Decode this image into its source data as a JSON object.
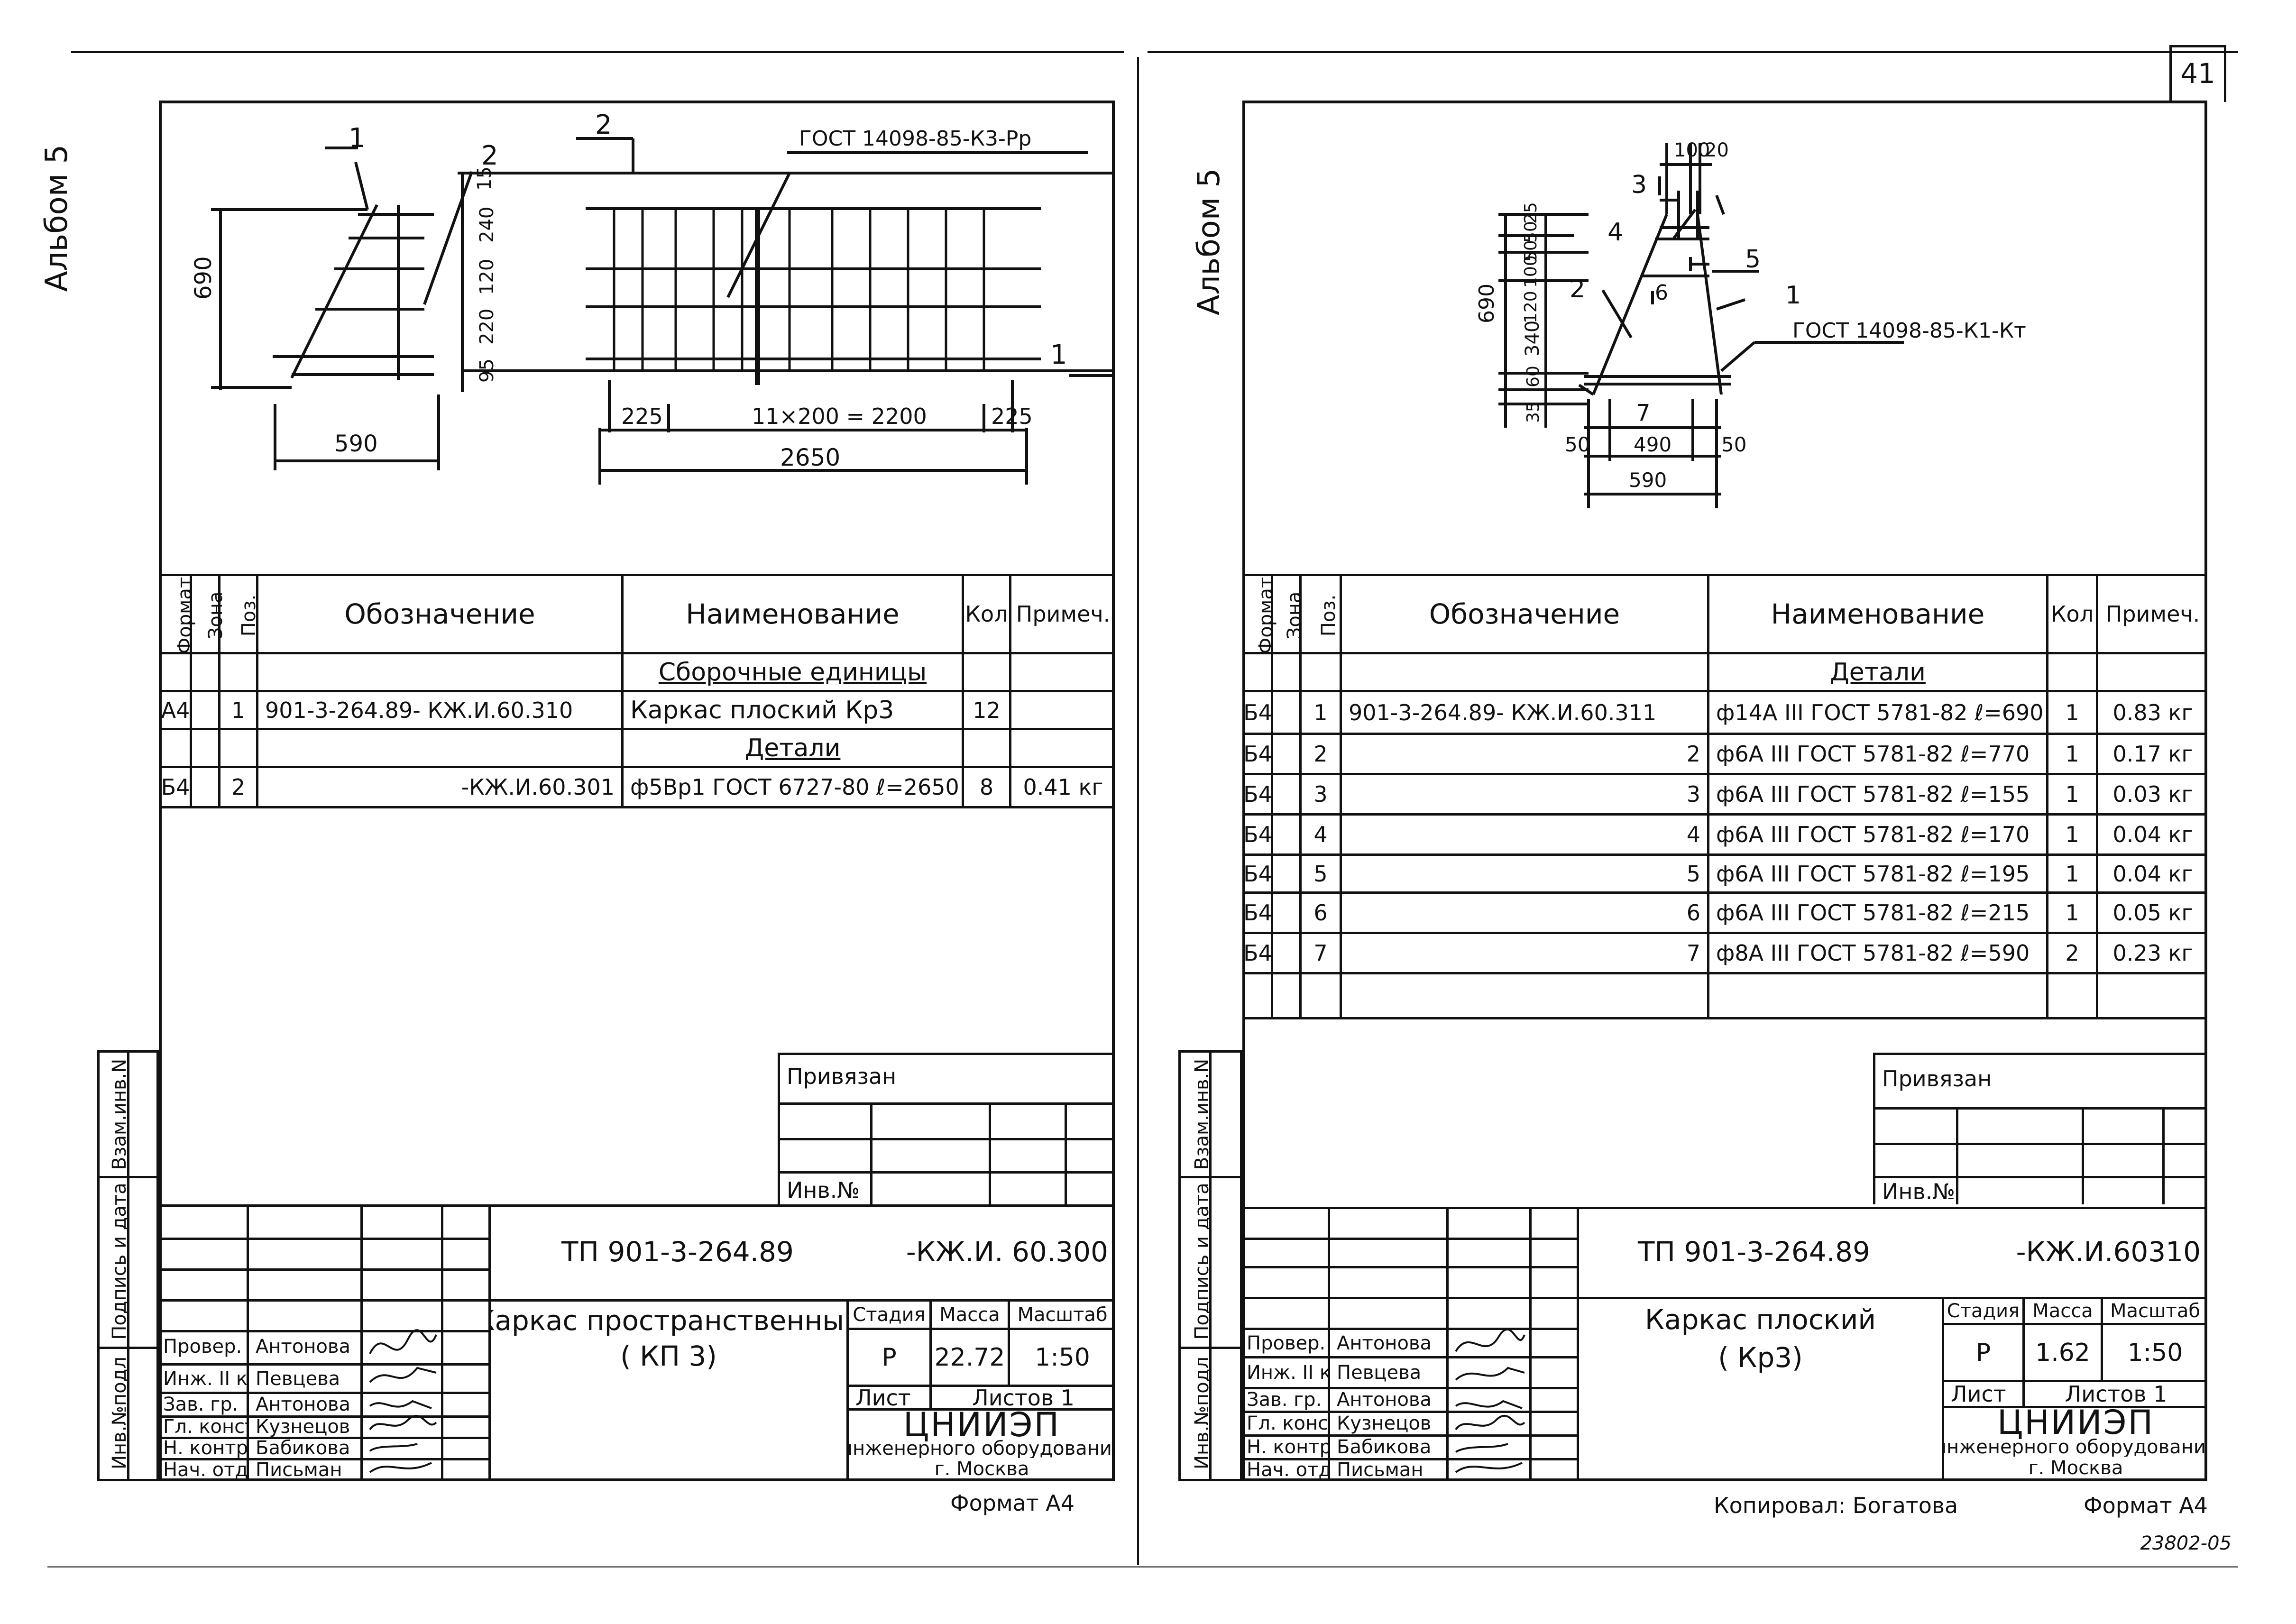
{
  "sheet_number": "41",
  "album_label": "Альбом 5",
  "side_stamp": {
    "inv_no_podl": "Инв.№подл",
    "podpis_data": "Подпись и дата",
    "vzam_inv": "Взам.инв.N"
  },
  "headers": {
    "format": "Формат",
    "zone": "Зона",
    "pos": "Поз.",
    "designation": "Обозначение",
    "name": "Наименование",
    "qty": "Кол",
    "note": "Примеч."
  },
  "binding": {
    "title": "Привязан",
    "inv": "Инв.№"
  },
  "left": {
    "drawing": {
      "pos1": "1",
      "pos2": "2",
      "pos2b": "2",
      "pos1b": "1",
      "height": "690",
      "width": "590",
      "gost": "ГОСТ 14098-85-К3-Рр",
      "dim_v": [
        "15",
        "240",
        "120",
        "220",
        "95"
      ],
      "dim_225a": "225",
      "dim_mid": "11×200 = 2200",
      "dim_225b": "225",
      "dim_total": "2650"
    },
    "sections": {
      "assembly": "Сборочные единицы",
      "details": "Детали"
    },
    "rows": [
      {
        "format": "А4",
        "pos": "1",
        "designation": "901-3-264.89- КЖ.И.60.310",
        "name": "Каркас плоский Кр3",
        "qty": "12",
        "note": ""
      },
      {
        "format": "Б4",
        "pos": "2",
        "designation": "-КЖ.И.60.301",
        "name": "ф5Вр1 ГОСТ 6727-80 ℓ=2650",
        "qty": "8",
        "note": "0.41 кг"
      }
    ],
    "title_block": {
      "code": "ТП 901-3-264.89",
      "doc": "-КЖ.И. 60.300",
      "name1": "Каркас пространственный",
      "name2": "( КП 3)",
      "stage_h": "Стадия",
      "mass_h": "Масса",
      "scale_h": "Масштаб",
      "stage": "Р",
      "mass": "22.72",
      "scale": "1:50",
      "sheet": "Лист",
      "sheets": "Листов 1",
      "org1": "ЦНИИЭП",
      "org2": "инженерного оборудования",
      "org3": "г. Москва",
      "format": "Формат А4",
      "people": [
        {
          "role": "Провер.",
          "name": "Антонова"
        },
        {
          "role": "Инж. II к.",
          "name": "Певцева"
        },
        {
          "role": "Зав. гр.",
          "name": "Антонова"
        },
        {
          "role": "Гл. констр.",
          "name": "Кузнецов"
        },
        {
          "role": "Н. контр.",
          "name": "Бабикова"
        },
        {
          "role": "Нач. отд.",
          "name": "Письман"
        }
      ]
    }
  },
  "right": {
    "drawing": {
      "dim_top1": "100",
      "dim_top2": "20",
      "pos3": "3",
      "pos4": "4",
      "pos2": "2",
      "pos6": "6",
      "pos5": "5",
      "pos1": "1",
      "pos7": "7",
      "gost": "ГОСТ 14098-85-К1-Кт",
      "height": "690",
      "dim_v": [
        "25",
        "50",
        "50",
        "100",
        "120",
        "340",
        "60",
        "35"
      ],
      "dim_b1": "50",
      "dim_b2": "490",
      "dim_b3": "50",
      "dim_total": "590"
    },
    "sections": {
      "details": "Детали"
    },
    "rows": [
      {
        "format": "Б4",
        "pos": "1",
        "designation": "901-3-264.89- КЖ.И.60.311",
        "name": "ф14А III ГОСТ 5781-82 ℓ=690",
        "qty": "1",
        "note": "0.83 кг"
      },
      {
        "format": "Б4",
        "pos": "2",
        "designation": "2",
        "name": "ф6А III ГОСТ 5781-82 ℓ=770",
        "qty": "1",
        "note": "0.17 кг"
      },
      {
        "format": "Б4",
        "pos": "3",
        "designation": "3",
        "name": "ф6А III ГОСТ 5781-82 ℓ=155",
        "qty": "1",
        "note": "0.03 кг"
      },
      {
        "format": "Б4",
        "pos": "4",
        "designation": "4",
        "name": "ф6А III ГОСТ 5781-82 ℓ=170",
        "qty": "1",
        "note": "0.04 кг"
      },
      {
        "format": "Б4",
        "pos": "5",
        "designation": "5",
        "name": "ф6А III ГОСТ 5781-82 ℓ=195",
        "qty": "1",
        "note": "0.04 кг"
      },
      {
        "format": "Б4",
        "pos": "6",
        "designation": "6",
        "name": "ф6А III ГОСТ 5781-82 ℓ=215",
        "qty": "1",
        "note": "0.05 кг"
      },
      {
        "format": "Б4",
        "pos": "7",
        "designation": "7",
        "name": "ф8А III ГОСТ 5781-82 ℓ=590",
        "qty": "2",
        "note": "0.23 кг"
      }
    ],
    "title_block": {
      "code": "ТП 901-3-264.89",
      "doc": "-КЖ.И.60310",
      "name1": "Каркас плоский",
      "name2": "( Кр3)",
      "stage_h": "Стадия",
      "mass_h": "Масса",
      "scale_h": "Масштаб",
      "stage": "Р",
      "mass": "1.62",
      "scale": "1:50",
      "sheet": "Лист",
      "sheets": "Листов 1",
      "org1": "ЦНИИЭП",
      "org2": "инженерного оборудования",
      "org3": "г. Москва",
      "format": "Формат А4",
      "copied": "Копировал: Богатова",
      "people": [
        {
          "role": "Провер.",
          "name": "Антонова"
        },
        {
          "role": "Инж. II к.",
          "name": "Певцева"
        },
        {
          "role": "Зав. гр.",
          "name": "Антонова"
        },
        {
          "role": "Гл. констр.",
          "name": "Кузнецов"
        },
        {
          "role": "Н. контр.",
          "name": "Бабикова"
        },
        {
          "role": "Нач. отд.",
          "name": "Письман"
        }
      ]
    }
  },
  "order_number": "23802-05"
}
